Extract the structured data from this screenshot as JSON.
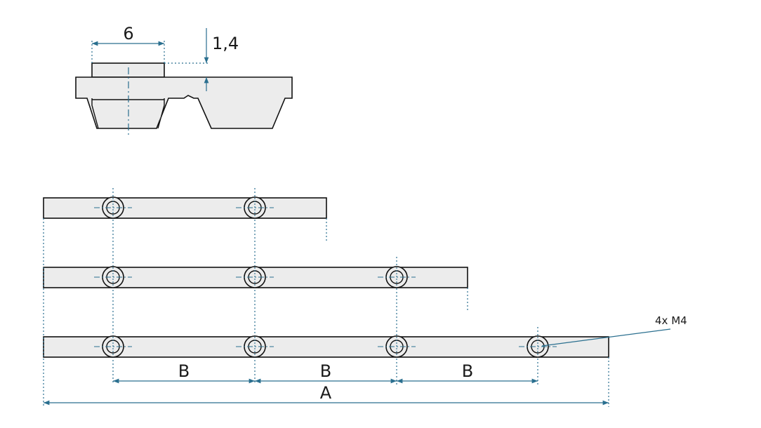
{
  "colors": {
    "outline": "#111111",
    "part_fill": "#ececec",
    "dimension": "#2a6f8f",
    "text": "#1a1a1a"
  },
  "profile": {
    "width_label": "6",
    "thickness_label": "1,4"
  },
  "bars": {
    "hole_label": "4x M4",
    "spacing_label": "B",
    "length_label": "A"
  }
}
